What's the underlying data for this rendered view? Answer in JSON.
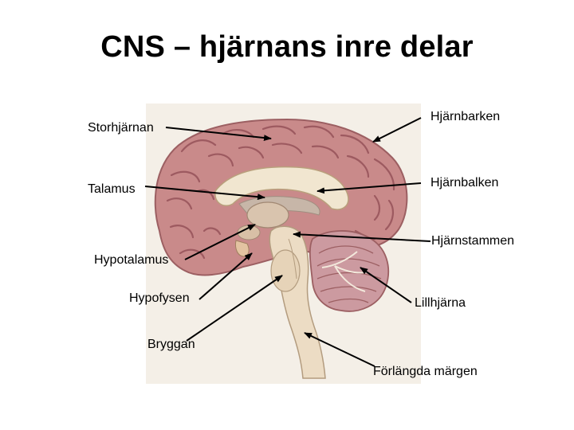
{
  "title": "CNS – hjärnans inre delar",
  "labels": {
    "storhjarnan": "Storhjärnan",
    "talamus": "Talamus",
    "hypotalamus": "Hypotalamus",
    "hypofysen": "Hypofysen",
    "bryggan": "Bryggan",
    "hjarnbarken": "Hjärnbarken",
    "hjarnbalken": "Hjärnbalken",
    "hjarnstammen": "Hjärnstammen",
    "lillhjarna": "Lillhjärna",
    "forlangda_margen": "Förlängda märgen"
  }
}
